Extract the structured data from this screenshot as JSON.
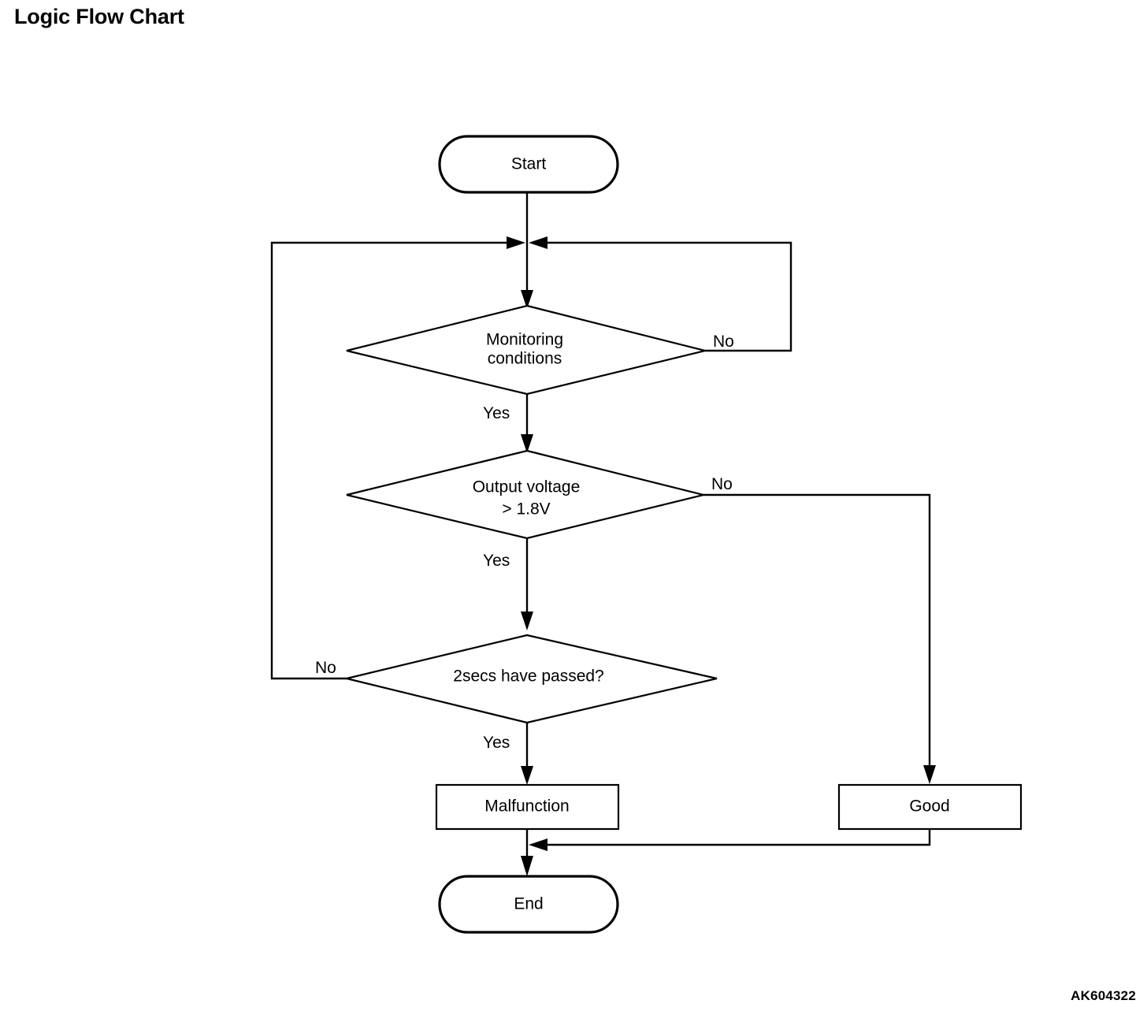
{
  "page": {
    "title": "Logic Flow Chart",
    "reference_code": "AK604322"
  },
  "chart_data": {
    "type": "diagram",
    "diagram_kind": "flowchart",
    "title": "Logic Flow Chart",
    "reference_code": "AK604322",
    "orientation": "top-to-bottom",
    "nodes": [
      {
        "id": "start",
        "shape": "stadium",
        "label": "Start"
      },
      {
        "id": "monitoring",
        "shape": "diamond",
        "label": "Monitoring conditions",
        "label_line1": "Monitoring",
        "label_line2": "conditions"
      },
      {
        "id": "voltage",
        "shape": "diamond",
        "label": "Output voltage > 1.8V",
        "label_line1": "Output voltage",
        "label_line2": "> 1.8V"
      },
      {
        "id": "timer",
        "shape": "diamond",
        "label": "2secs have passed?"
      },
      {
        "id": "malfunction",
        "shape": "rectangle",
        "label": "Malfunction"
      },
      {
        "id": "good",
        "shape": "rectangle",
        "label": "Good"
      },
      {
        "id": "end",
        "shape": "stadium",
        "label": "End"
      }
    ],
    "edges": [
      {
        "from": "start",
        "to": "monitoring",
        "label": ""
      },
      {
        "from": "monitoring",
        "to": "voltage",
        "label": "Yes"
      },
      {
        "from": "monitoring",
        "to": "monitoring",
        "label": "No",
        "note": "loops back above monitoring conditions via right side"
      },
      {
        "from": "voltage",
        "to": "timer",
        "label": "Yes"
      },
      {
        "from": "voltage",
        "to": "good",
        "label": "No"
      },
      {
        "from": "timer",
        "to": "malfunction",
        "label": "Yes"
      },
      {
        "from": "timer",
        "to": "monitoring",
        "label": "No",
        "note": "loops back above monitoring conditions via left side"
      },
      {
        "from": "malfunction",
        "to": "end",
        "label": ""
      },
      {
        "from": "good",
        "to": "end",
        "label": ""
      }
    ],
    "edge_labels": {
      "monitoring_yes": "Yes",
      "monitoring_no": "No",
      "voltage_yes": "Yes",
      "voltage_no": "No",
      "timer_yes": "Yes",
      "timer_no": "No"
    },
    "colors": {
      "background": "#ffffff",
      "stroke": "#000000",
      "text": "#000000",
      "shape_fill": "#ffffff"
    }
  }
}
